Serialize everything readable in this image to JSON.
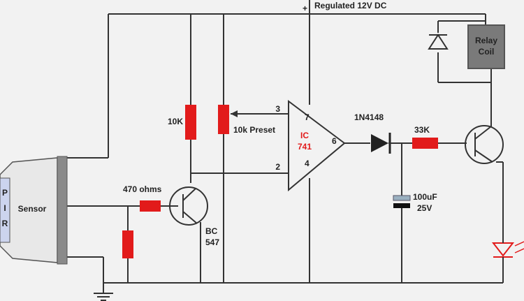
{
  "supply_label": "Regulated 12V DC",
  "plus_sign": "+",
  "relay": {
    "line1": "Relay",
    "line2": "Coil"
  },
  "resistor_10k": "10K",
  "preset_label": "10k Preset",
  "ic": {
    "line1": "IC",
    "line2": "741",
    "pin3": "3",
    "pin2": "2",
    "pin7": "7",
    "pin4": "4",
    "pin6": "6"
  },
  "diode_label": "1N4148",
  "resistor_33k": "33K",
  "resistor_470": "470 ohms",
  "transistor_bc": {
    "line1": "BC",
    "line2": "547"
  },
  "capacitor": {
    "value": "100uF",
    "voltage": "25V"
  },
  "sensor": {
    "label": "Sensor",
    "letters": [
      "P",
      "I",
      "R"
    ]
  },
  "colors": {
    "wire": "#333333",
    "component": "#e21b1b",
    "relay_box": "#7a7a7a",
    "background": "#f2f2f2"
  }
}
